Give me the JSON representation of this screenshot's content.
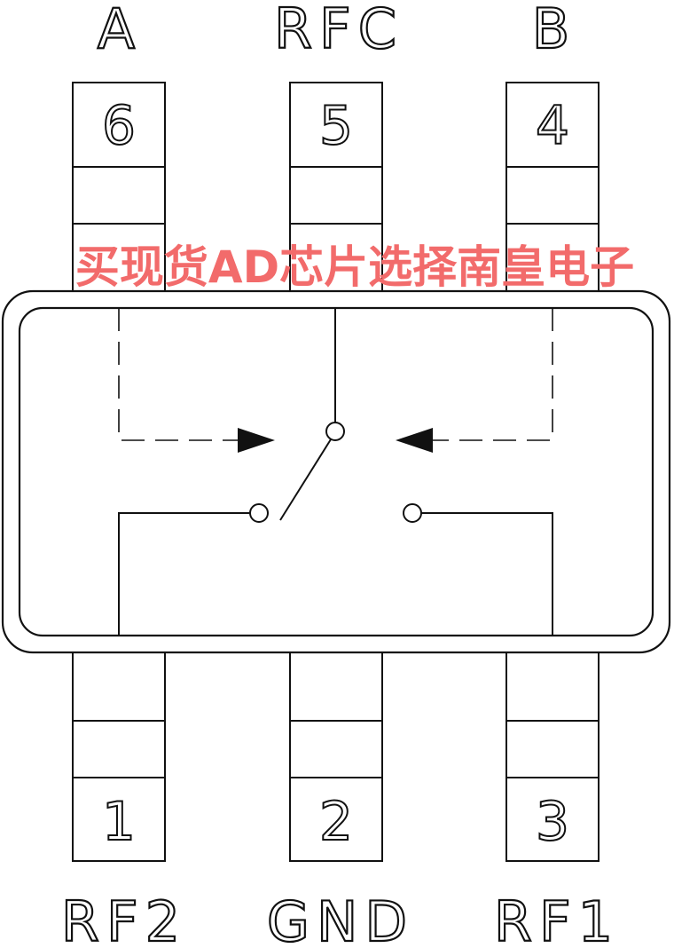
{
  "pins_top": [
    {
      "name": "A",
      "number": "6"
    },
    {
      "name": "RFC",
      "number": "5"
    },
    {
      "name": "B",
      "number": "4"
    }
  ],
  "pins_bottom": [
    {
      "name": "RF2",
      "number": "1"
    },
    {
      "name": "GND",
      "number": "2"
    },
    {
      "name": "RF1",
      "number": "3"
    }
  ],
  "watermark": {
    "text": "买现货AD芯片选择南皇电子",
    "color": "#f26b6b"
  },
  "colors": {
    "stroke": "#111111",
    "background": "#ffffff"
  }
}
